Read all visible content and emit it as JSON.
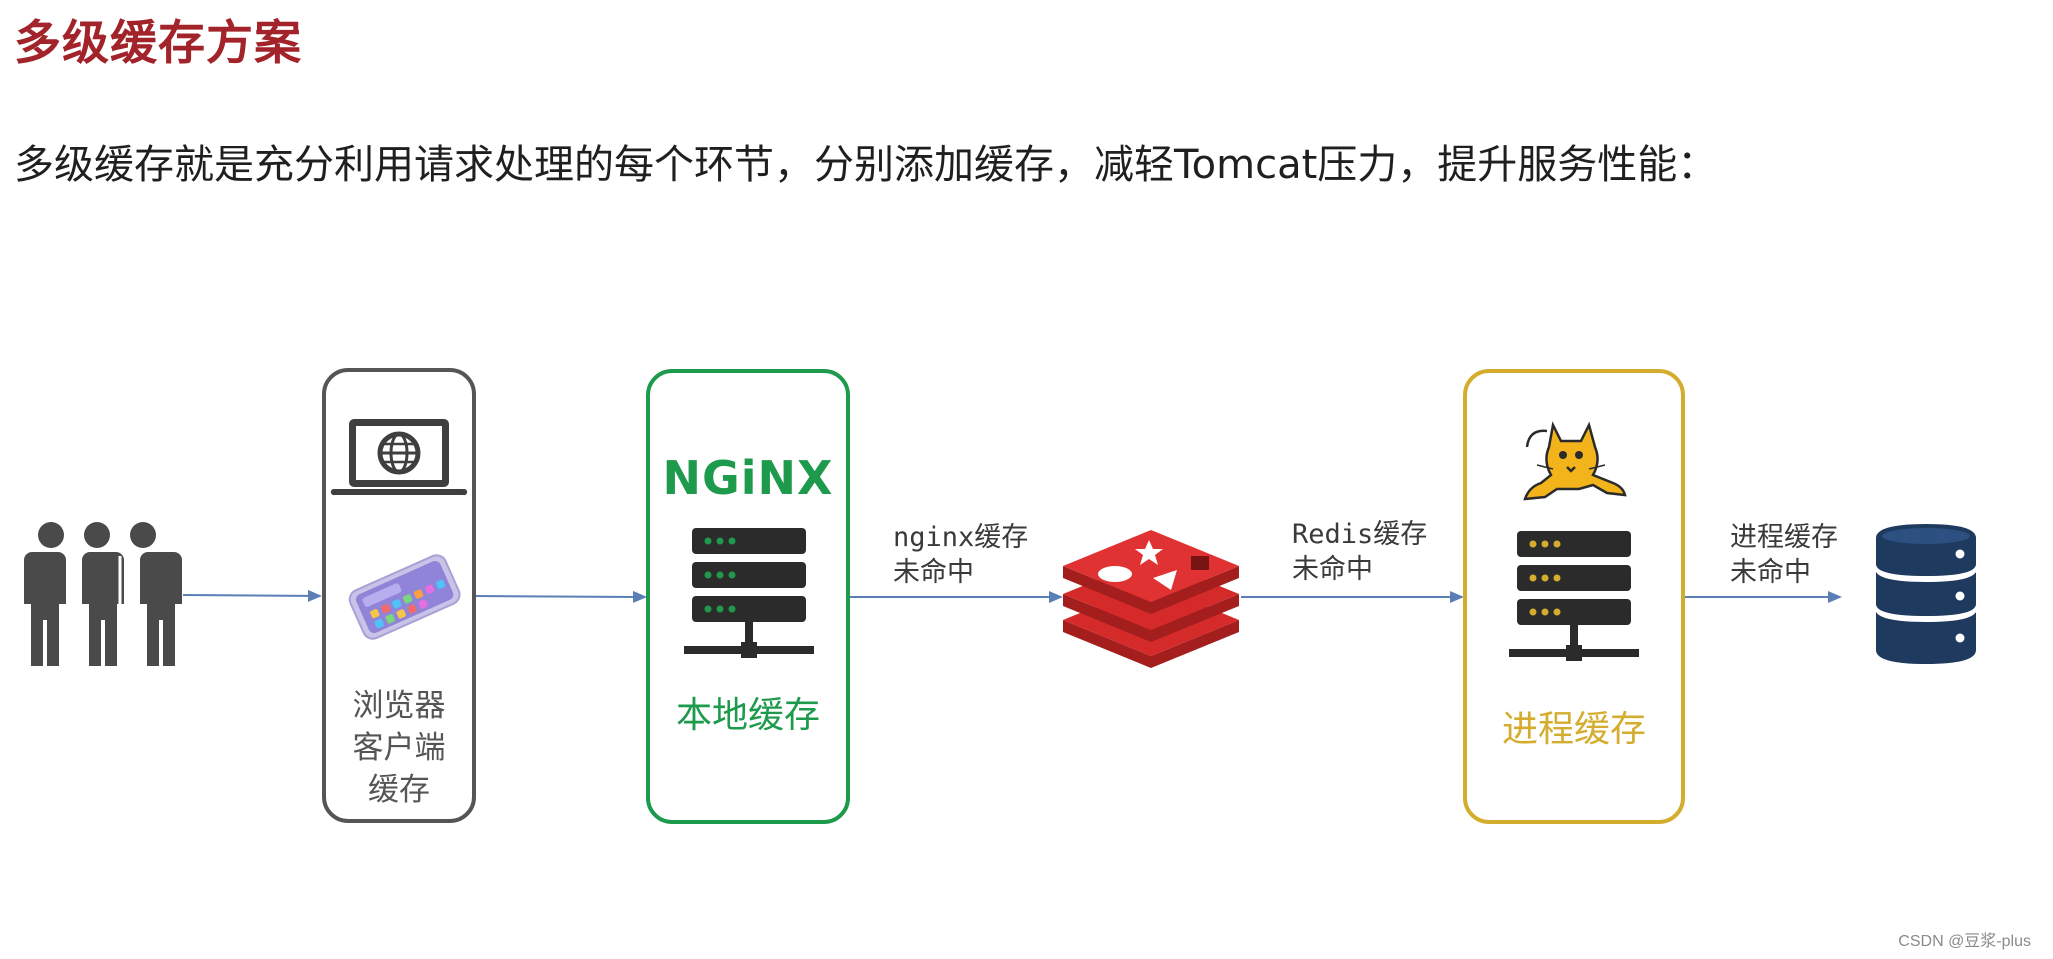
{
  "title": "多级缓存方案",
  "intro": "多级缓存就是充分利用请求处理的每个环节，分别添加缓存，减轻Tomcat压力，提升服务性能：",
  "colors": {
    "title": "#a2232a",
    "browser_border": "#555555",
    "nginx_green": "#1e9a4c",
    "process_gold": "#d4ad2e",
    "arrow": "#5b7fb5",
    "redis_red": "#d42a2a",
    "db_navy": "#1f3a5f"
  },
  "nodes": {
    "users": {
      "icon": "users-icon"
    },
    "browser": {
      "label_lines": [
        "浏览器",
        "客户端",
        "缓存"
      ],
      "icons": [
        "laptop-globe-icon",
        "smartphone-icon"
      ]
    },
    "nginx": {
      "logo_text": "NGiNX",
      "label": "本地缓存",
      "icon": "server-icon"
    },
    "redis": {
      "icon": "redis-icon"
    },
    "process": {
      "label": "进程缓存",
      "icons": [
        "tomcat-icon",
        "server-icon"
      ]
    },
    "database": {
      "icon": "database-icon"
    }
  },
  "edges": {
    "nginx_miss": [
      "nginx缓存",
      "未命中"
    ],
    "redis_miss": [
      "Redis缓存",
      "未命中"
    ],
    "process_miss": [
      "进程缓存",
      "未命中"
    ]
  },
  "watermark": "CSDN @豆浆-plus"
}
